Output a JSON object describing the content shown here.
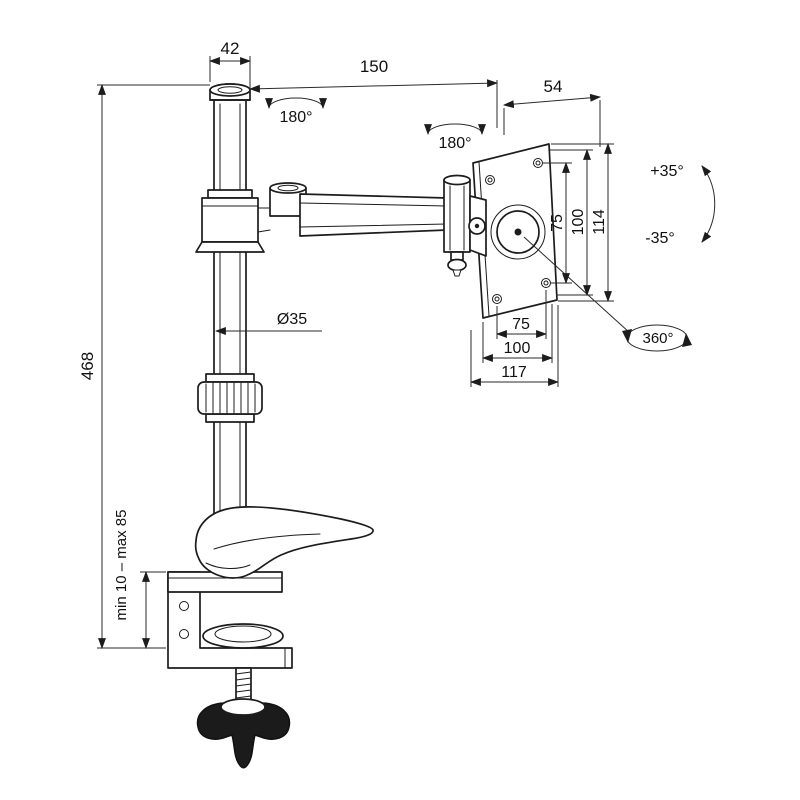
{
  "drawing": {
    "title": "Monitor desk-mount arm dimensional drawing",
    "colors": {
      "line": "#1c1c1c",
      "background": "#ffffff"
    },
    "labels": {
      "d42": "42",
      "d150": "150",
      "d54": "54",
      "pole_swivel": "180°",
      "elbow_swivel": "180°",
      "tilt_up": "+35°",
      "tilt_down": "-35°",
      "plate_rotation": "360°",
      "v75": "75",
      "v100": "100",
      "v114": "114",
      "h75": "75",
      "h100": "100",
      "h117": "117",
      "pole_diameter": "Ø35",
      "pole_height": "468",
      "clamp_range": "min 10 – max 85"
    }
  }
}
